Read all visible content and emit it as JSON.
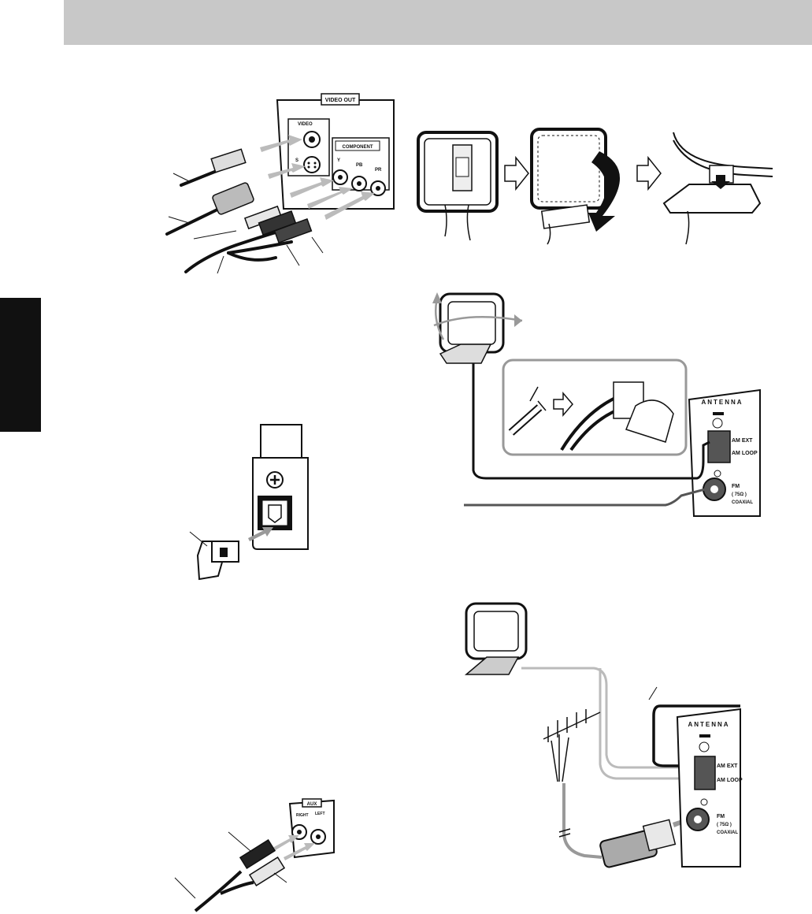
{
  "video_panel": {
    "title": "VIDEO   OUT",
    "video_label": "VIDEO",
    "s_label": "S",
    "component_label": "COMPONENT",
    "jacks": [
      "Y",
      "PB",
      "PR"
    ]
  },
  "antenna_panel": {
    "title": "ANTENNA",
    "am_ext": "AM EXT",
    "am_loop": "AM LOOP",
    "fm": "FM",
    "fm_ohm": "( 75Ω )",
    "coaxial": "COAXIAL"
  },
  "aux_panel": {
    "title": "AUX",
    "right": "RIGHT",
    "left": "LEFT"
  }
}
